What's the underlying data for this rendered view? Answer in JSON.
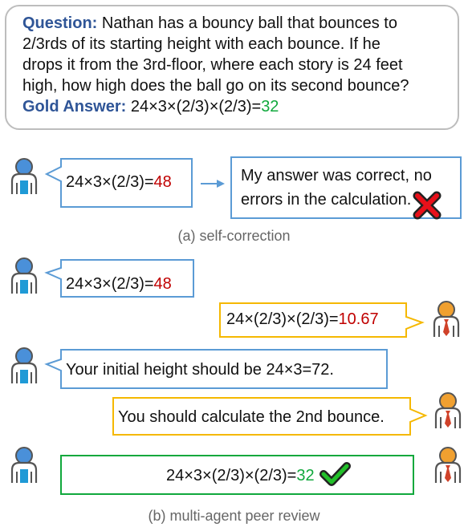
{
  "question": {
    "label": "Question:",
    "line1": "Nathan has a bouncy ball that bounces to",
    "line2": "2/3rds of its starting height with each bounce. If he",
    "line3": "drops it from the 3rd-floor, where each story is 24 feet",
    "line4": "high, how high does the ball go on its second bounce?",
    "gold_label": "Gold Answer:",
    "gold_expr": "24×3×(2/3)×(2/3)=",
    "gold_value": "32"
  },
  "self_correction": {
    "answer_expr": "24×3×(2/3)=",
    "answer_value": "48",
    "reply_line1": "My answer was correct, no",
    "reply_line2": "errors in the calculation.",
    "caption": "(a) self-correction"
  },
  "peer_review": {
    "msg1_expr": "24×3×(2/3)=",
    "msg1_value": "48",
    "msg2_expr": "24×(2/3)×(2/3)=",
    "msg2_value": "10.67",
    "msg3": "Your initial height should be 24×3=72.",
    "msg4": "You should calculate the 2nd bounce.",
    "final_expr": "24×3×(2/3)×(2/3)=",
    "final_value": "32",
    "caption": "(b) multi-agent peer review"
  },
  "colors": {
    "blue_border": "#5b9bd5",
    "yellow_border": "#f5b800",
    "green_border": "#10a83c",
    "answer_wrong": "#c00000",
    "answer_right": "#10a83c"
  },
  "icons": [
    "blue-agent-icon",
    "orange-agent-icon",
    "red-x-icon",
    "green-check-icon"
  ]
}
